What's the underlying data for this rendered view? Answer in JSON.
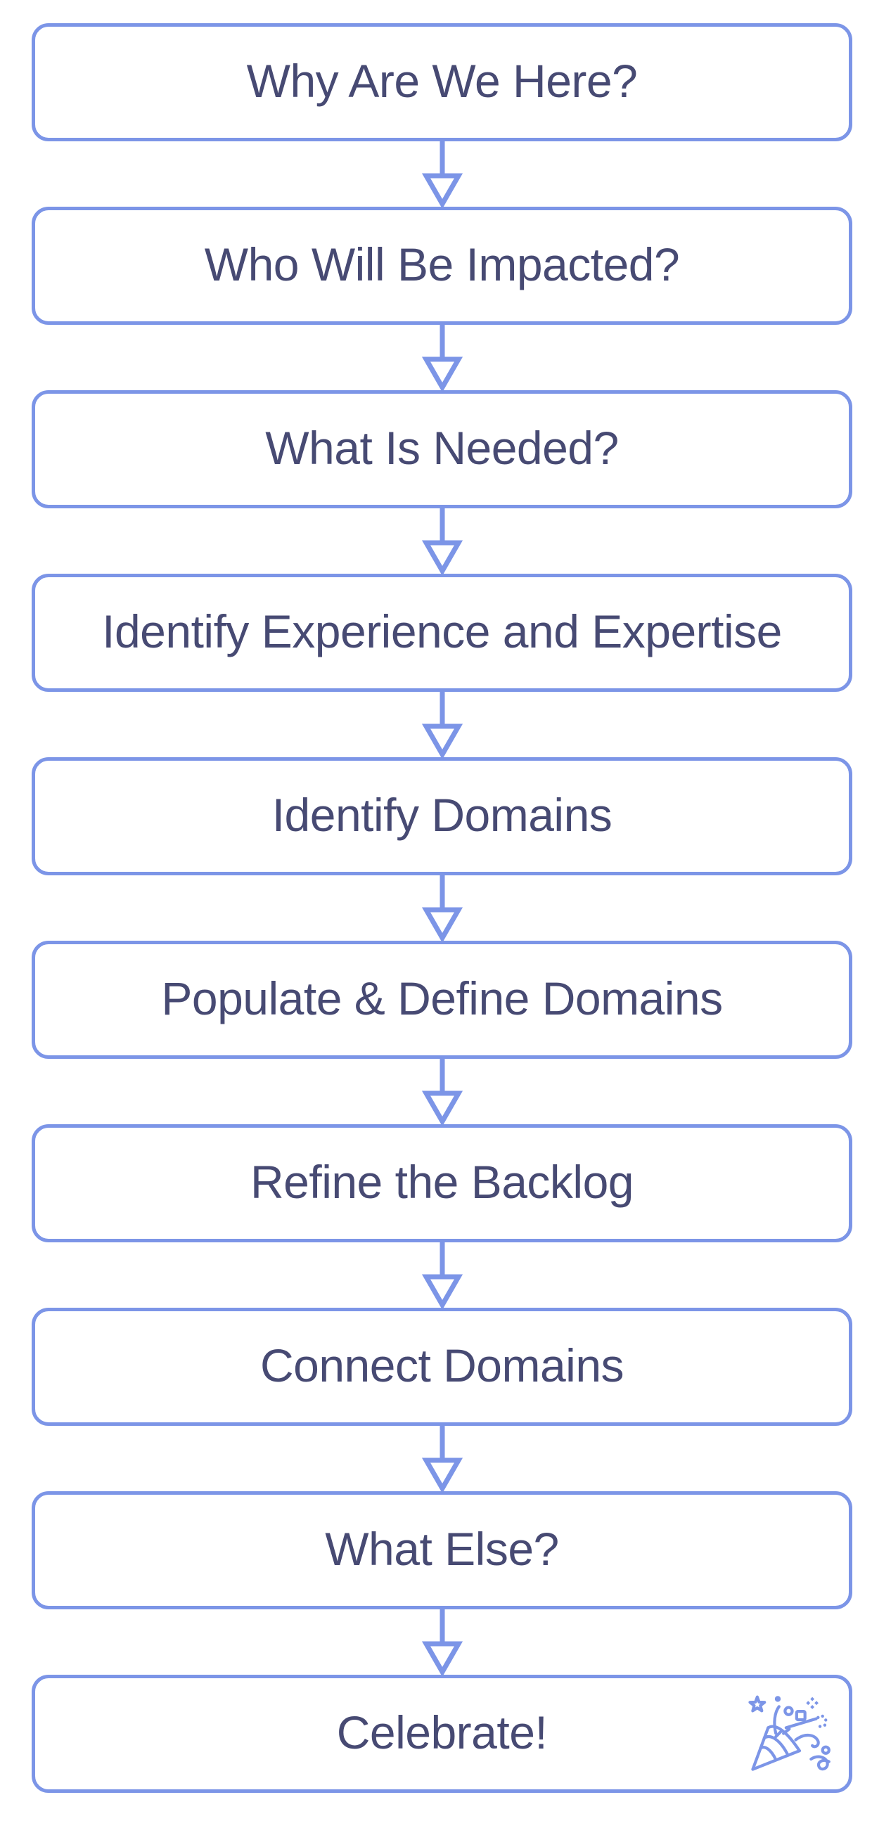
{
  "diagram": {
    "type": "flowchart",
    "direction": "top-down",
    "connector_style": "down-arrow-hollow-head",
    "colors": {
      "background": "#ffffff",
      "box_border": "#7c95e7",
      "box_fill": "#ffffff",
      "text": "#474a73",
      "arrow": "#7c95e7"
    },
    "steps": [
      {
        "id": "why-are-we-here",
        "label": "Why Are We Here?"
      },
      {
        "id": "who-will-be-impacted",
        "label": "Who Will Be Impacted?"
      },
      {
        "id": "what-is-needed",
        "label": "What Is Needed?"
      },
      {
        "id": "identify-experience-and-expertise",
        "label": "Identify Experience and Expertise"
      },
      {
        "id": "identify-domains",
        "label": "Identify Domains"
      },
      {
        "id": "populate-define-domains",
        "label": "Populate & Define Domains"
      },
      {
        "id": "refine-the-backlog",
        "label": "Refine the Backlog"
      },
      {
        "id": "connect-domains",
        "label": "Connect Domains"
      },
      {
        "id": "what-else",
        "label": "What Else?"
      },
      {
        "id": "celebrate",
        "label": "Celebrate!",
        "icon": "party-popper-icon"
      }
    ]
  }
}
